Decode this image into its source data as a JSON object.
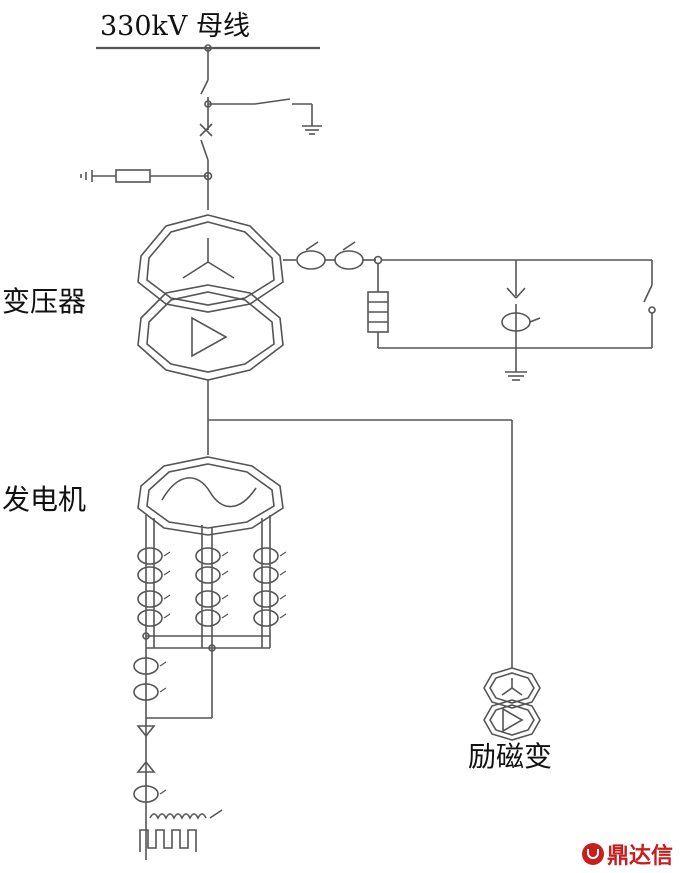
{
  "labels": {
    "bus": "330kV 母线",
    "transformer": "变压器",
    "generator": "发电机",
    "excitation_transformer": "励磁变"
  },
  "watermark": "鼎达信",
  "colors": {
    "line": "#555555",
    "text": "#111111",
    "watermark": "#c81e1e"
  }
}
